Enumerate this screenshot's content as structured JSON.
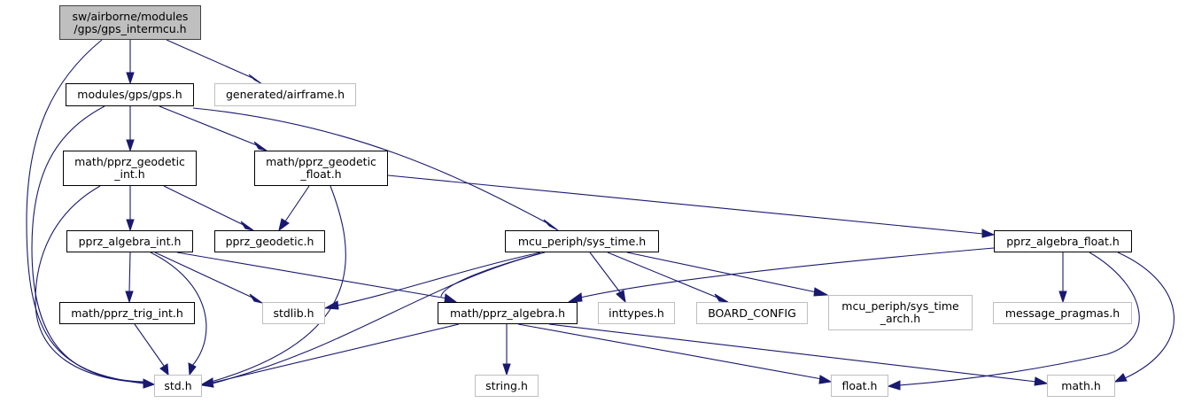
{
  "diagram": {
    "type": "include-dependency-graph",
    "edge_color": "#191970",
    "root_fill": "#bfbfbf",
    "nodes": {
      "root": {
        "label": "sw/airborne/modules\n/gps/gps_intermcu.h",
        "kind": "root"
      },
      "gps": {
        "label": "modules/gps/gps.h",
        "kind": "documented"
      },
      "airframe": {
        "label": "generated/airframe.h",
        "kind": "external"
      },
      "geodetic_int": {
        "label": "math/pprz_geodetic\n_int.h",
        "kind": "documented"
      },
      "geodetic_float": {
        "label": "math/pprz_geodetic\n_float.h",
        "kind": "documented"
      },
      "algebra_int": {
        "label": "pprz_algebra_int.h",
        "kind": "documented"
      },
      "geodetic": {
        "label": "pprz_geodetic.h",
        "kind": "documented"
      },
      "sys_time": {
        "label": "mcu_periph/sys_time.h",
        "kind": "documented"
      },
      "algebra_float": {
        "label": "pprz_algebra_float.h",
        "kind": "documented"
      },
      "trig_int": {
        "label": "math/pprz_trig_int.h",
        "kind": "documented"
      },
      "stdlib": {
        "label": "stdlib.h",
        "kind": "external"
      },
      "algebra": {
        "label": "math/pprz_algebra.h",
        "kind": "documented"
      },
      "inttypes": {
        "label": "inttypes.h",
        "kind": "external"
      },
      "board_config": {
        "label": "BOARD_CONFIG",
        "kind": "external"
      },
      "sys_time_arch": {
        "label": "mcu_periph/sys_time\n_arch.h",
        "kind": "external"
      },
      "message_pragmas": {
        "label": "message_pragmas.h",
        "kind": "external"
      },
      "std": {
        "label": "std.h",
        "kind": "external"
      },
      "string": {
        "label": "string.h",
        "kind": "external"
      },
      "float": {
        "label": "float.h",
        "kind": "external"
      },
      "math": {
        "label": "math.h",
        "kind": "external"
      }
    },
    "edges": [
      [
        "root",
        "gps"
      ],
      [
        "root",
        "airframe"
      ],
      [
        "root",
        "std"
      ],
      [
        "gps",
        "geodetic_int"
      ],
      [
        "gps",
        "geodetic_float"
      ],
      [
        "gps",
        "sys_time"
      ],
      [
        "gps",
        "std"
      ],
      [
        "geodetic_int",
        "algebra_int"
      ],
      [
        "geodetic_int",
        "geodetic"
      ],
      [
        "geodetic_int",
        "std"
      ],
      [
        "geodetic_float",
        "geodetic"
      ],
      [
        "geodetic_float",
        "algebra_float"
      ],
      [
        "geodetic_float",
        "std"
      ],
      [
        "algebra_int",
        "trig_int"
      ],
      [
        "algebra_int",
        "stdlib"
      ],
      [
        "algebra_int",
        "algebra"
      ],
      [
        "algebra_int",
        "std"
      ],
      [
        "trig_int",
        "std"
      ],
      [
        "sys_time",
        "stdlib"
      ],
      [
        "sys_time",
        "std"
      ],
      [
        "sys_time",
        "inttypes"
      ],
      [
        "sys_time",
        "board_config"
      ],
      [
        "sys_time",
        "sys_time_arch"
      ],
      [
        "algebra_float",
        "algebra"
      ],
      [
        "algebra_float",
        "message_pragmas"
      ],
      [
        "algebra_float",
        "float"
      ],
      [
        "algebra_float",
        "math"
      ],
      [
        "algebra",
        "std"
      ],
      [
        "algebra",
        "string"
      ],
      [
        "algebra",
        "float"
      ],
      [
        "algebra",
        "math"
      ]
    ]
  }
}
